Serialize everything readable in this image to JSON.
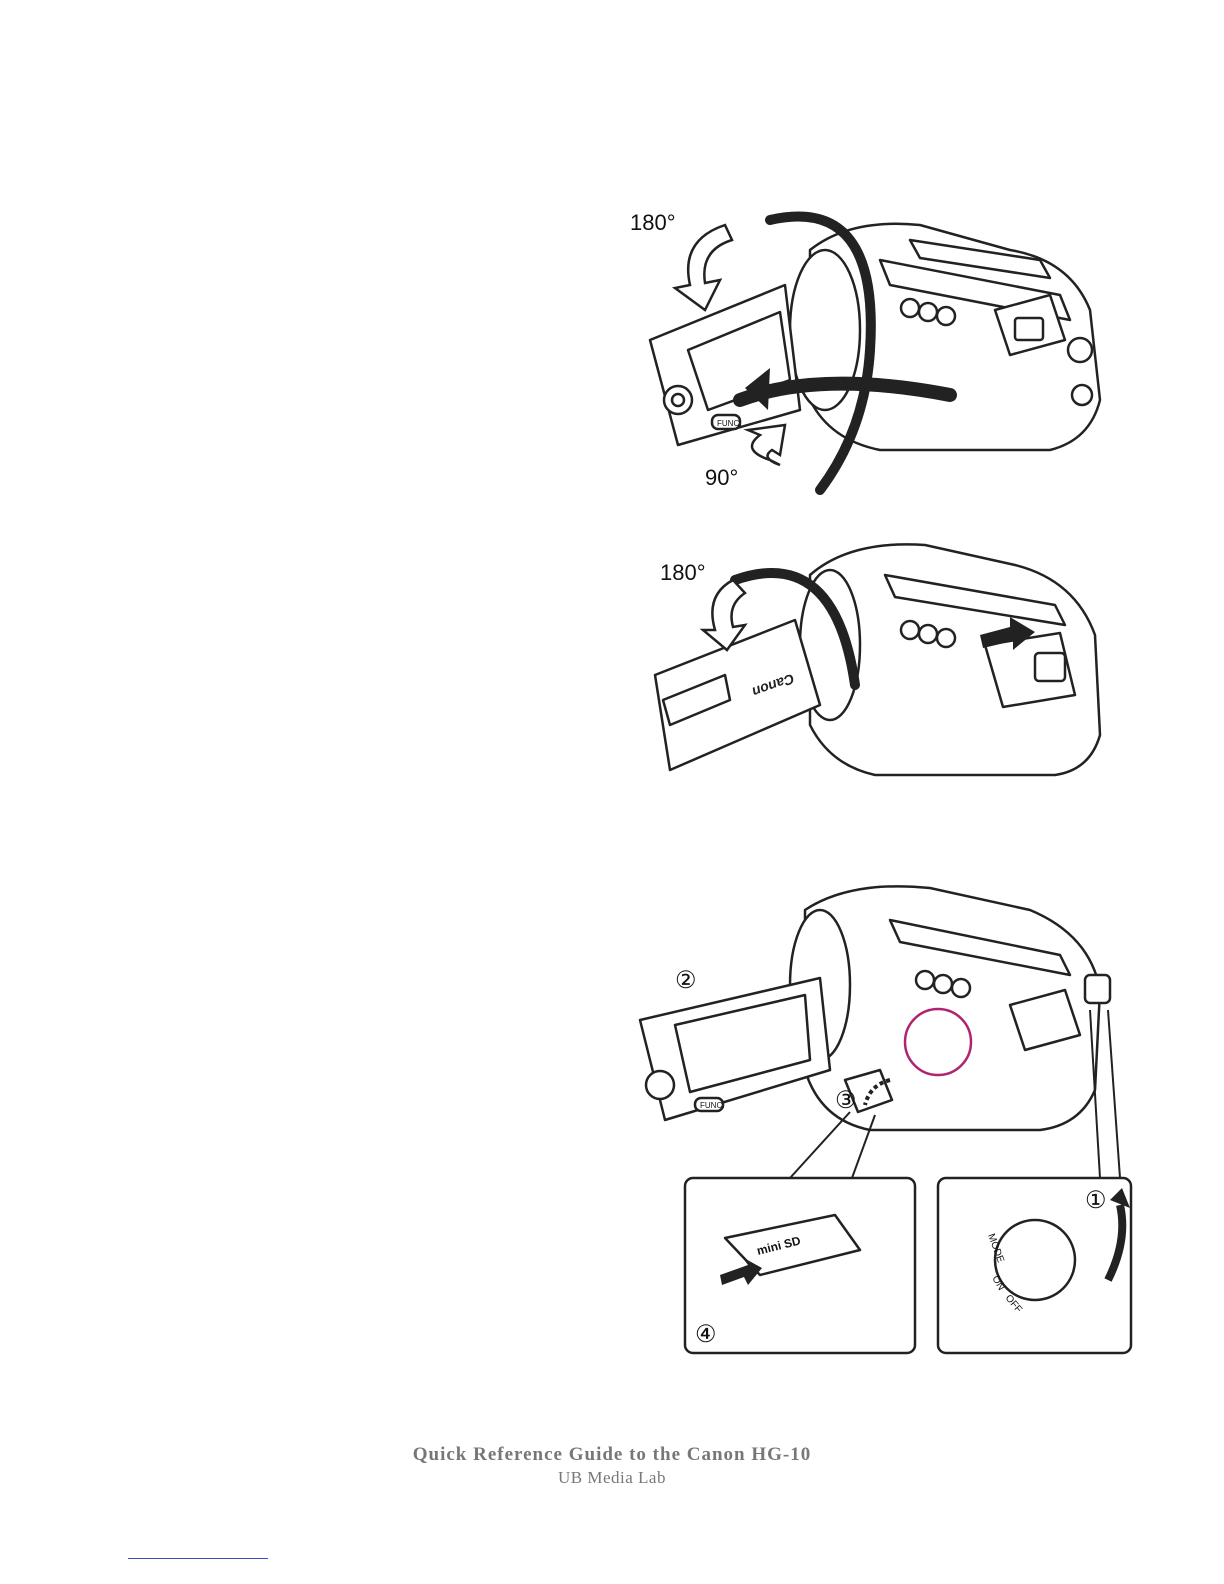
{
  "figures": {
    "lcd_rotation": {
      "angle_top": "180°",
      "angle_bottom": "90°",
      "buttons": [
        "FUNC."
      ]
    },
    "lcd_flipped": {
      "angle_top": "180°",
      "brand": "Canon"
    },
    "card_insertion": {
      "steps": [
        "②",
        "③",
        "④",
        "①"
      ],
      "card_label": "mini SD",
      "dial_labels": [
        "MODE",
        "ON",
        "OFF"
      ],
      "buttons": [
        "FUNC."
      ]
    }
  },
  "footer": {
    "title": "Quick Reference Guide to the Canon HG-10",
    "subtitle": "UB Media Lab"
  }
}
